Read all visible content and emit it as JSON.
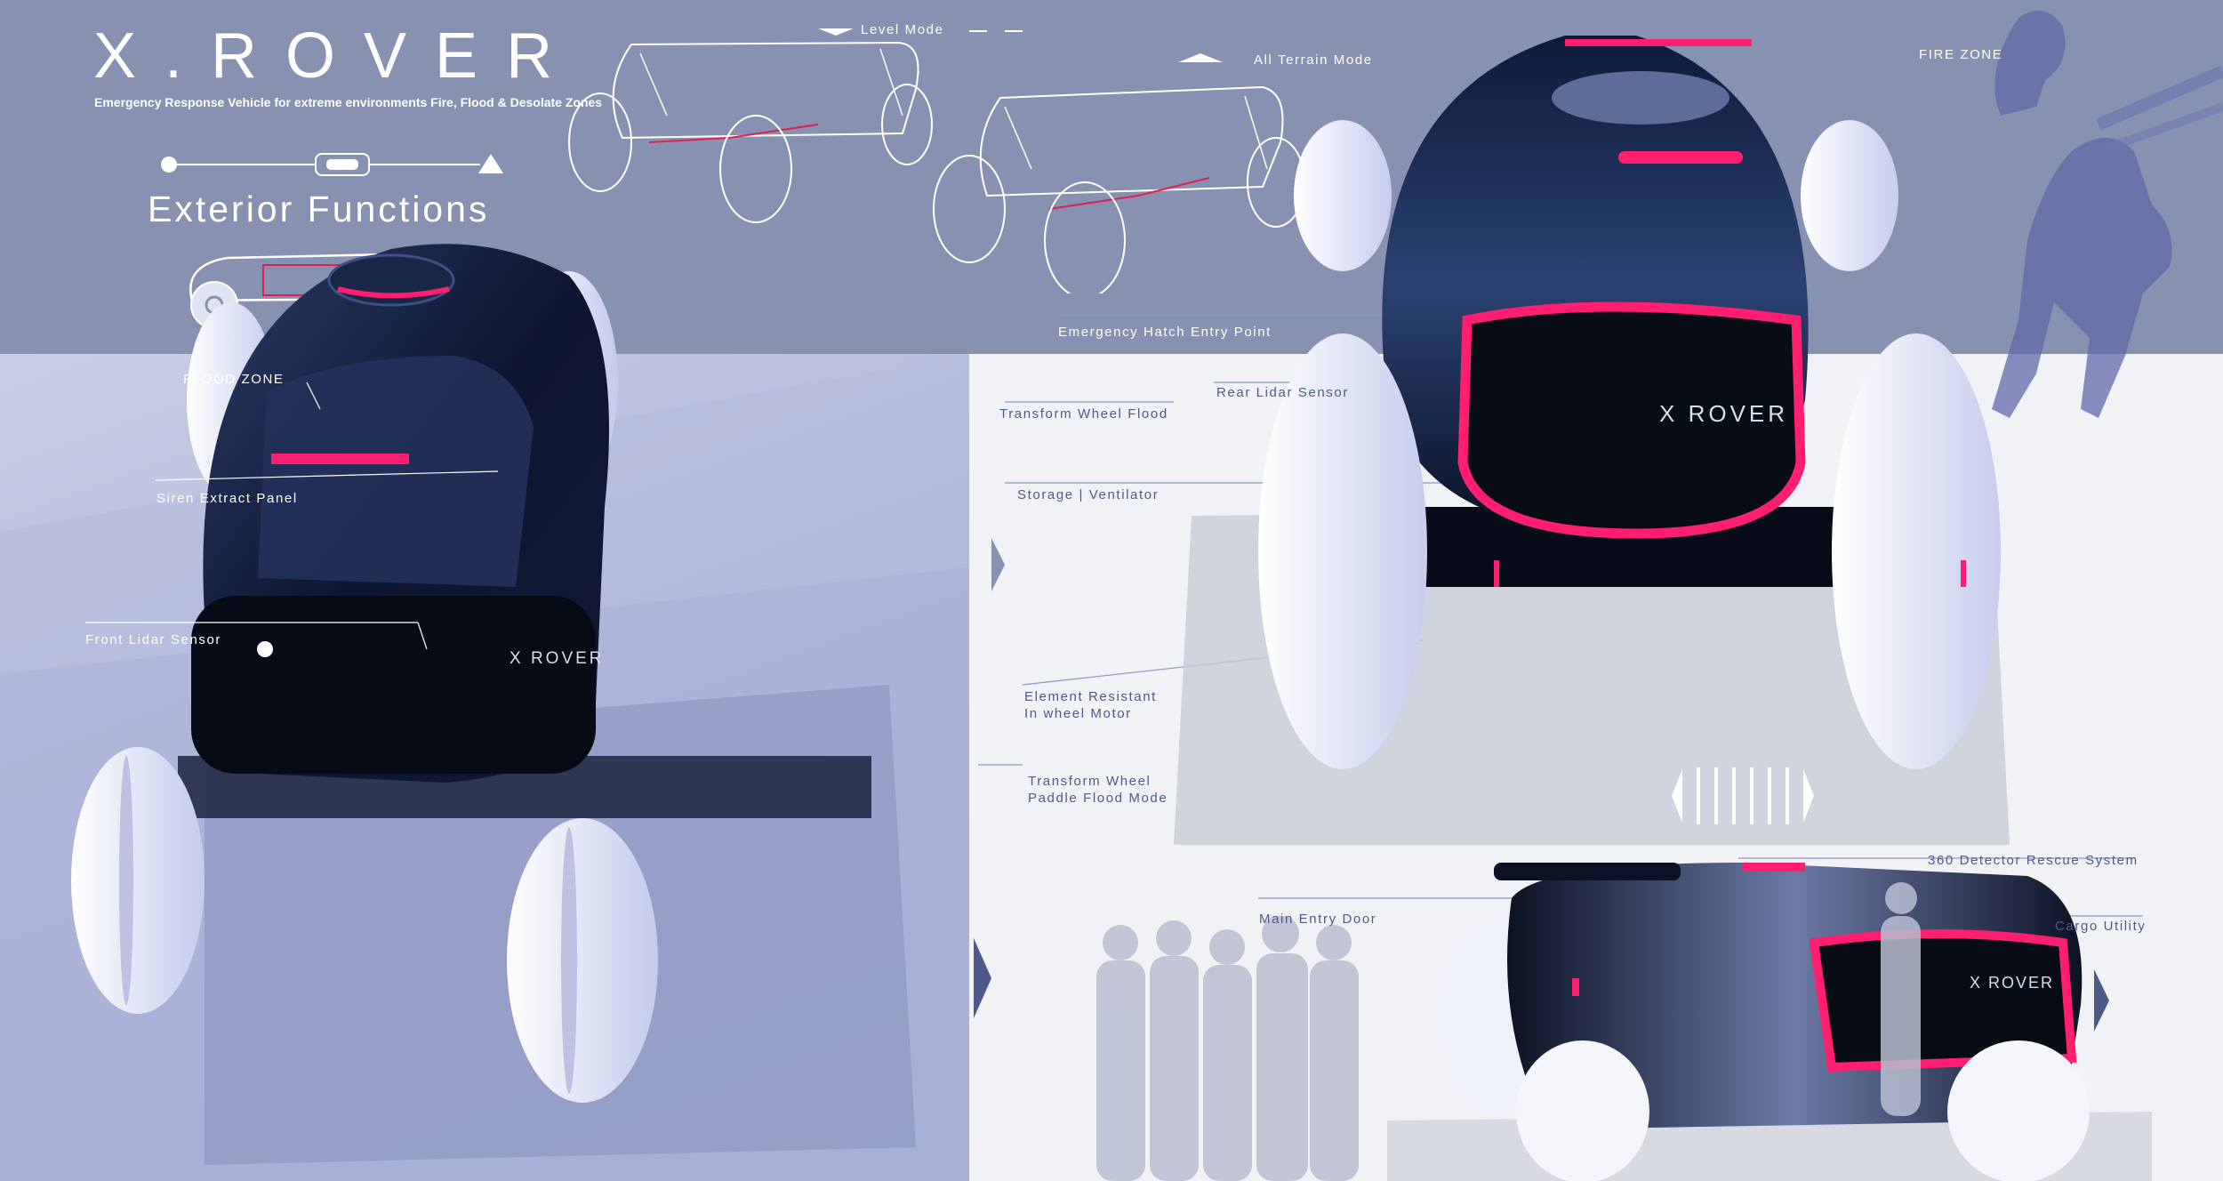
{
  "header": {
    "title": "X.ROVER",
    "subtitle": "Emergency Response Vehicle for extreme environments Fire, Flood & Desolate Zones",
    "section_title": "Exterior Functions"
  },
  "modes": {
    "level": "Level Mode",
    "all_terrain": "All Terrain Mode"
  },
  "zones": {
    "fire": "FIRE ZONE",
    "flood": "FLOOD ZONE"
  },
  "callouts": {
    "emergency_hatch": "Emergency Hatch Entry Point",
    "rear_lidar": "Rear Lidar Sensor",
    "transform_wheel_flood": "Transform Wheel Flood",
    "storage": "Storage | Ventilator",
    "element_resistant_1": "Element Resistant",
    "element_resistant_2": "In wheel Motor",
    "transform_paddle_1": "Transform Wheel",
    "transform_paddle_2": "Paddle Flood Mode",
    "siren": "Siren Extract Panel",
    "front_lidar": "Front Lidar Sensor",
    "detector": "360 Detector Rescue System",
    "main_entry": "Main Entry Door",
    "cargo": "Cargo Utility"
  },
  "badges": {
    "front": "X ROVER",
    "rear": "X ROVER",
    "side": "X ROVER"
  },
  "colors": {
    "band": "#8791b0",
    "accent": "#ff1f6e",
    "body": "#0c1424",
    "wheel": "#e8ecfb"
  }
}
